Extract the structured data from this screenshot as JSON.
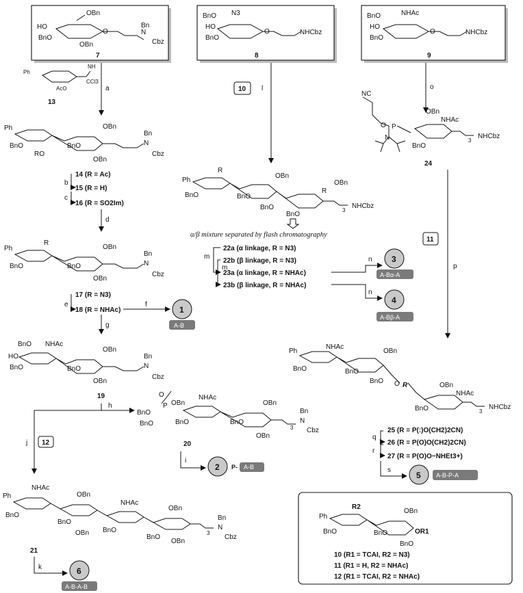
{
  "compounds": {
    "c7": "7",
    "c8": "8",
    "c9": "9",
    "c13": "13",
    "c14": "14 (R = Ac)",
    "c15": "15 (R = H)",
    "c16": "16 (R = SO2Im)",
    "c17": "17 (R = N3)",
    "c18": "18 (R = NHAc)",
    "c19": "19",
    "c20": "20",
    "c21": "21",
    "c24": "24",
    "c22a": "22a (α linkage, R = N3)",
    "c22b": "22b (β linkage, R = N3)",
    "c23a": "23a (α linkage, R = NHAc)",
    "c23b": "23b (β linkage, R = NHAc)",
    "c25": "25 (R = P(:)O(CH2)2CN)",
    "c26": "26 (R = P(O)O(CH2)2CN)",
    "c27": "27 (R = P(O)O−NHEt3+)"
  },
  "steps": [
    "a",
    "b",
    "c",
    "d",
    "e",
    "f",
    "g",
    "h",
    "i",
    "j",
    "k",
    "l",
    "m",
    "m",
    "n",
    "n",
    "o",
    "p",
    "q",
    "r",
    "s"
  ],
  "donors": {
    "d10": "10",
    "d11": "11",
    "d12": "12"
  },
  "products": {
    "p1": "1",
    "p2": "2",
    "p3": "3",
    "p4": "4",
    "p5": "5",
    "p6": "6",
    "tag1": "A-B",
    "tag2": "A-B",
    "tag2_prefix": "P-",
    "tag3": "A-Bα-A",
    "tag4": "A-Bβ-A",
    "tag5": "A-B-P-A",
    "tag6": "A-B-A-B"
  },
  "separation_note": "α/β mixture separated by flash chromatography",
  "legend": {
    "l10": "10 (R1 = TCAI, R2 = N3)",
    "l11": "11 (R1 = H, R2 = NHAc)",
    "l12": "12 (R1 = TCAI, R2 = NHAc)",
    "r2": "R2",
    "or1": "OR1"
  },
  "labels": {
    "obn": "OBn",
    "bno": "BnO",
    "ho": "HO",
    "bn": "Bn",
    "cbz": "Cbz",
    "nhcbz": "NHCbz",
    "nhac": "NHAc",
    "n3": "N3",
    "ph": "Ph",
    "aco": "AcO",
    "nh": "NH",
    "ccl3": "CCl3",
    "ro": "RO",
    "r": "R",
    "nc": "NC",
    "o": "O",
    "p": "P",
    "n": "N",
    "three": "3"
  }
}
